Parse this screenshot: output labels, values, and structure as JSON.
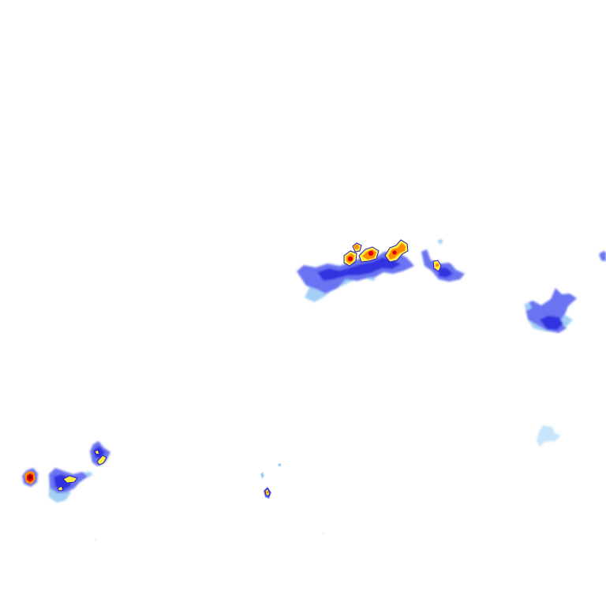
{
  "map": {
    "type": "precipitation-radar-overlay",
    "background_color": "#ffffff",
    "intensity_palette": {
      "very_light": "#c7e6fb",
      "light": "#a3cff6",
      "moderate": "#6b73f2",
      "heavy": "#3030e0",
      "very_heavy": "#1f18c8",
      "intense": "#ffee40",
      "severe": "#ff8a00",
      "extreme": "#e00000",
      "core": "#8a0000"
    },
    "cells": [
      {
        "name": "north-central-cluster",
        "intensity": "heavy"
      },
      {
        "name": "east-cluster",
        "intensity": "moderate"
      },
      {
        "name": "east-edge-fragment",
        "intensity": "light"
      },
      {
        "name": "southeast-light-patch",
        "intensity": "very_light"
      },
      {
        "name": "southwest-cluster",
        "intensity": "extreme"
      },
      {
        "name": "south-central-small-cell",
        "intensity": "intense"
      }
    ]
  }
}
